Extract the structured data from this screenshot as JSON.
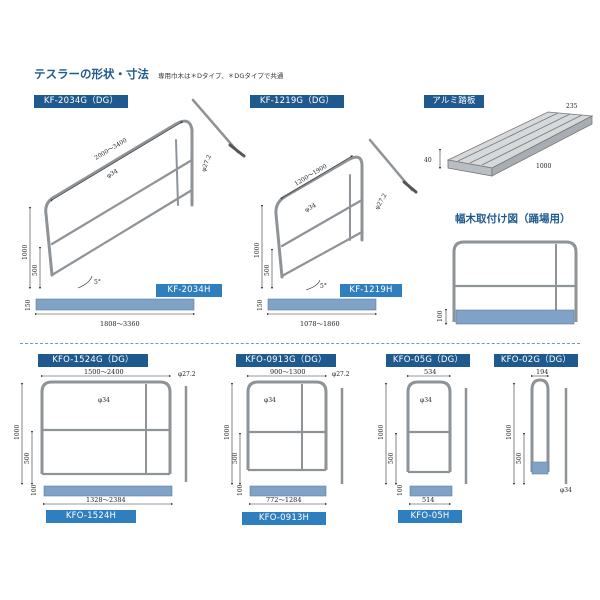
{
  "header": {
    "title": "テスラーの形状・寸法",
    "subtitle": "専用巾木は＊Dタイプ、＊DGタイプで共通"
  },
  "models": {
    "kf2034": {
      "name": "KF-2034G（DG）",
      "h_name": "KF-2034H",
      "width_dim": "2000～3400",
      "pipe_dim": "φ34",
      "post_dim": "φ27.2",
      "height_dim": "1000",
      "mid_dim": "500",
      "toe_width": "1808～3360",
      "toe_height": "150",
      "angle": "5°"
    },
    "kf1219": {
      "name": "KF-1219G（DG）",
      "h_name": "KF-1219H",
      "width_dim": "1200～1900",
      "pipe_dim": "φ34",
      "post_dim": "φ27.2",
      "height_dim": "1000",
      "mid_dim": "500",
      "toe_width": "1078～1860",
      "toe_height": "150",
      "angle": "5°"
    },
    "kfo1524": {
      "name": "KFO-1524G（DG）",
      "h_name": "KFO-1524H",
      "width_dim": "1500～2400",
      "pipe_dim": "φ34",
      "post_dim": "φ27.2",
      "height_dim": "1000",
      "mid_dim": "500",
      "toe_width": "1328～2384",
      "toe_height": "100"
    },
    "kfo0913": {
      "name": "KFO-0913G（DG）",
      "h_name": "KFO-0913H",
      "width_dim": "900～1300",
      "pipe_dim": "φ34",
      "post_dim": "φ27.2",
      "height_dim": "1000",
      "mid_dim": "500",
      "toe_width": "772～1284",
      "toe_height": "100"
    },
    "kfo05": {
      "name": "KFO-05G（DG）",
      "h_name": "KFO-05H",
      "width_dim": "534",
      "pipe_dim": "φ34",
      "height_dim": "1000",
      "mid_dim": "500",
      "toe_width": "514",
      "toe_height": "100"
    },
    "kfo02": {
      "name": "KFO-02G（DG）",
      "width_dim": "194",
      "pipe_dim": "φ34",
      "height_dim": "1000",
      "mid_dim": "500"
    }
  },
  "tread": {
    "name": "アルミ踏板",
    "length": "1000",
    "width": "235",
    "thickness": "40"
  },
  "mounting": {
    "title": "幅木取付け図（踊場用）",
    "toe_height": "100"
  },
  "colors": {
    "brand_blue": "#1f5a8e",
    "frame_gray": "#8e9398",
    "toe_board": "#7fa2c6"
  }
}
